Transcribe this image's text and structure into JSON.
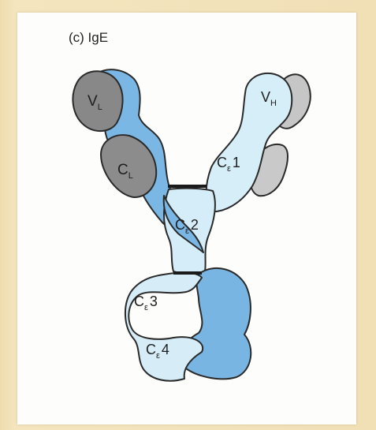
{
  "title": "(c) IgE",
  "labels": {
    "vl": {
      "main": "V",
      "sub": "L"
    },
    "cl": {
      "main": "C",
      "sub": "L"
    },
    "vh": {
      "main": "V",
      "sub": "H"
    },
    "ce1": {
      "main": "C",
      "sub": "ε",
      "num": "1"
    },
    "ce2": {
      "main": "C",
      "sub": "ε",
      "num": "2"
    },
    "ce3": {
      "main": "C",
      "sub": "ε",
      "num": "3"
    },
    "ce4": {
      "main": "C",
      "sub": "ε",
      "num": "4"
    }
  },
  "colors": {
    "light_chain": "#8a8a8a",
    "light_chain_right": "#c8c8c8",
    "heavy_chain_dark": "#79b6e3",
    "heavy_chain_light": "#d7eef8",
    "outline": "#2a2a2a",
    "background": "#f3e3b9",
    "card": "#fdfdfb"
  }
}
